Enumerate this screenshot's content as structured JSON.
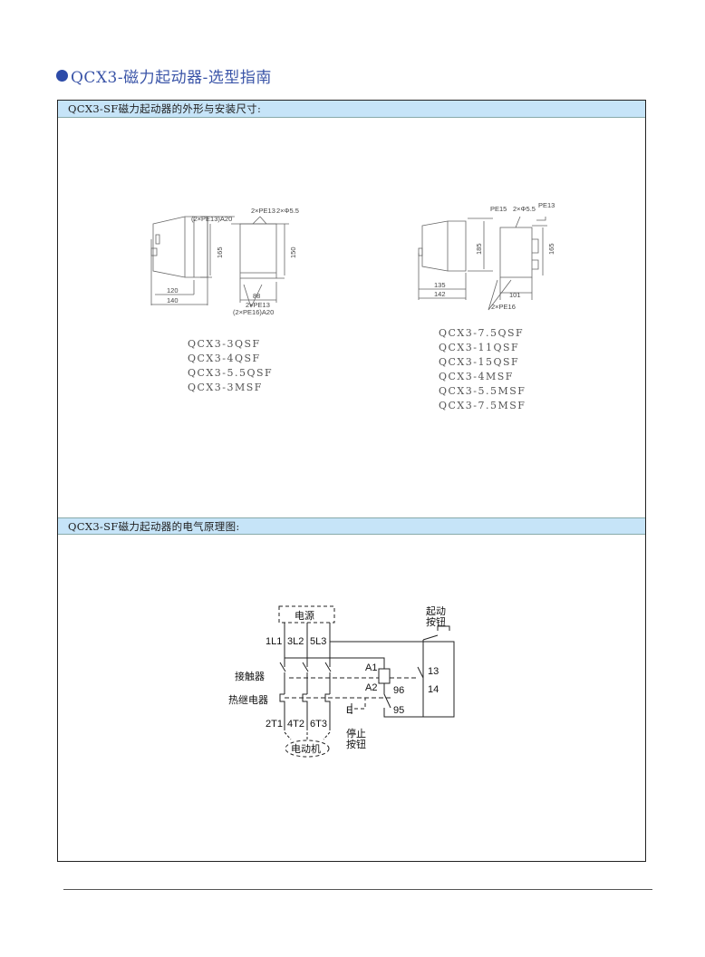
{
  "page_title": "QCX3-磁力起动器-选型指南",
  "section1": {
    "header": "QCX3-SF磁力起动器的外形与安装尺寸:",
    "left_drawing": {
      "labels": [
        "2×PE13",
        "2×Φ5.5",
        "(2×PE13)A20",
        "165",
        "150",
        "120",
        "140",
        "88",
        "2×PE13",
        "(2×PE16)A20"
      ]
    },
    "right_drawing": {
      "labels": [
        "PE15",
        "2×Φ5.5",
        "PE13",
        "185",
        "165",
        "135",
        "142",
        "101",
        "2×PE16"
      ]
    },
    "left_models": [
      "QCX3-3QSF",
      "QCX3-4QSF",
      "QCX3-5.5QSF",
      "QCX3-3MSF"
    ],
    "right_models": [
      "QCX3-7.5QSF",
      "QCX3-11QSF",
      "QCX3-15QSF",
      "QCX3-4MSF",
      "QCX3-5.5MSF",
      "QCX3-7.5MSF"
    ]
  },
  "section2": {
    "header": "QCX3-SF磁力起动器的电气原理图:",
    "schematic": {
      "power": "电源",
      "l1": "1L1",
      "l2": "3L2",
      "l3": "5L3",
      "contactor": "接触器",
      "thermal": "热继电器",
      "t1": "2T1",
      "t2": "4T2",
      "t3": "6T3",
      "motor": "电动机",
      "a1": "A1",
      "a2": "A2",
      "n96": "96",
      "n95": "95",
      "n13": "13",
      "n14": "14",
      "start1": "起动",
      "start2": "按钮",
      "stop1": "停止",
      "stop2": "按钮",
      "e": "E"
    }
  }
}
